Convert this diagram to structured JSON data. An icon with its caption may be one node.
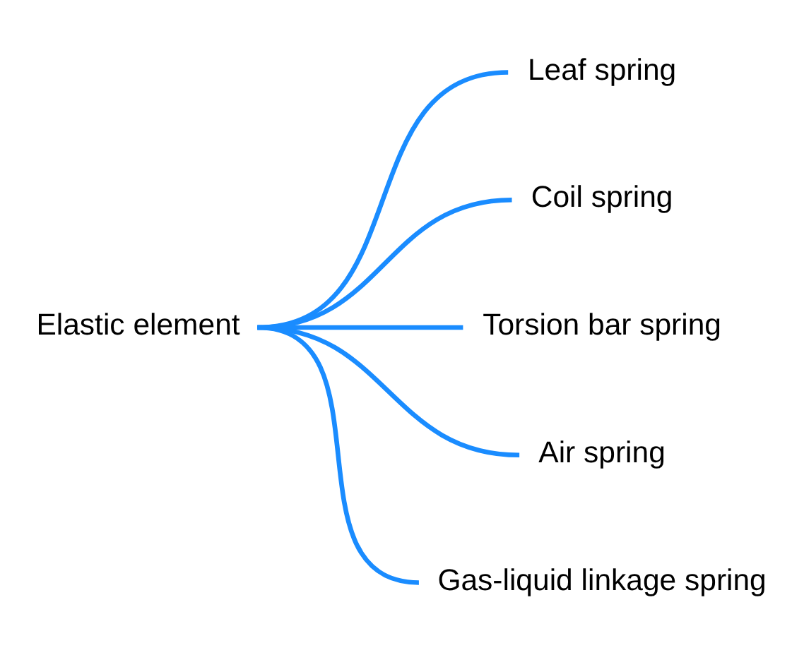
{
  "diagram": {
    "nodes": [
      {
        "text": [
          "Elastic element"
        ]
      },
      {
        "text": [
          "Leaf spring"
        ]
      },
      {
        "text": [
          "Coil spring"
        ]
      },
      {
        "text": [
          "Torsion bar spring"
        ]
      },
      {
        "text": [
          "Air spring"
        ]
      },
      {
        "text": [
          "Gas-liquid linkage spring"
        ]
      }
    ],
    "edges": [
      {
        "from": 0,
        "to": 1,
        "arrow": "none",
        "color": "#1a8cff"
      },
      {
        "from": 0,
        "to": 2,
        "arrow": "none",
        "color": "#1a8cff"
      },
      {
        "from": 0,
        "to": 3,
        "arrow": "none",
        "color": "#1a8cff"
      },
      {
        "from": 0,
        "to": 4,
        "arrow": "none",
        "color": "#1a8cff"
      },
      {
        "from": 0,
        "to": 5,
        "arrow": "none",
        "color": "#1a8cff"
      }
    ]
  }
}
